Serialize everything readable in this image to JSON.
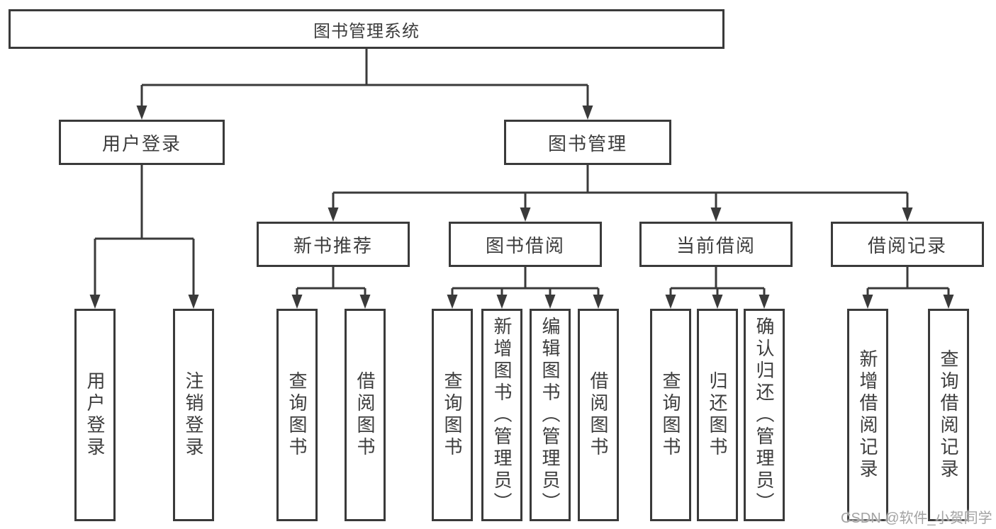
{
  "nodes": {
    "root": "图书管理系统",
    "branches": [
      "用户登录",
      "图书管理"
    ],
    "sections": [
      "新书推荐",
      "图书借阅",
      "当前借阅",
      "借阅记录"
    ],
    "leaves": [
      "用户登录",
      "注销登录",
      "查询图书",
      "借阅图书",
      "查询图书",
      "新增图书（管理员）",
      "编辑图书（管理员）",
      "借阅图书",
      "查询图书",
      "归还图书",
      "确认归还（管理员）",
      "新增借阅记录",
      "查询借阅记录"
    ]
  },
  "structure": [
    {
      "parent": "图书管理系统",
      "children": [
        "用户登录",
        "图书管理"
      ]
    },
    {
      "parent": "用户登录",
      "children": [
        "用户登录",
        "注销登录"
      ]
    },
    {
      "parent": "图书管理",
      "children": [
        "新书推荐",
        "图书借阅",
        "当前借阅",
        "借阅记录"
      ]
    },
    {
      "parent": "新书推荐",
      "children": [
        "查询图书",
        "借阅图书"
      ]
    },
    {
      "parent": "图书借阅",
      "children": [
        "查询图书",
        "新增图书（管理员）",
        "编辑图书（管理员）",
        "借阅图书"
      ]
    },
    {
      "parent": "当前借阅",
      "children": [
        "查询图书",
        "归还图书",
        "确认归还（管理员）"
      ]
    },
    {
      "parent": "借阅记录",
      "children": [
        "新增借阅记录",
        "查询借阅记录"
      ]
    }
  ],
  "watermark": "CSDN @软件_小贺同学",
  "colors": {
    "line": "#3a3a3a",
    "text": "#3d3d3d",
    "watermark": "#a3a3a3",
    "background": "#ffffff"
  }
}
